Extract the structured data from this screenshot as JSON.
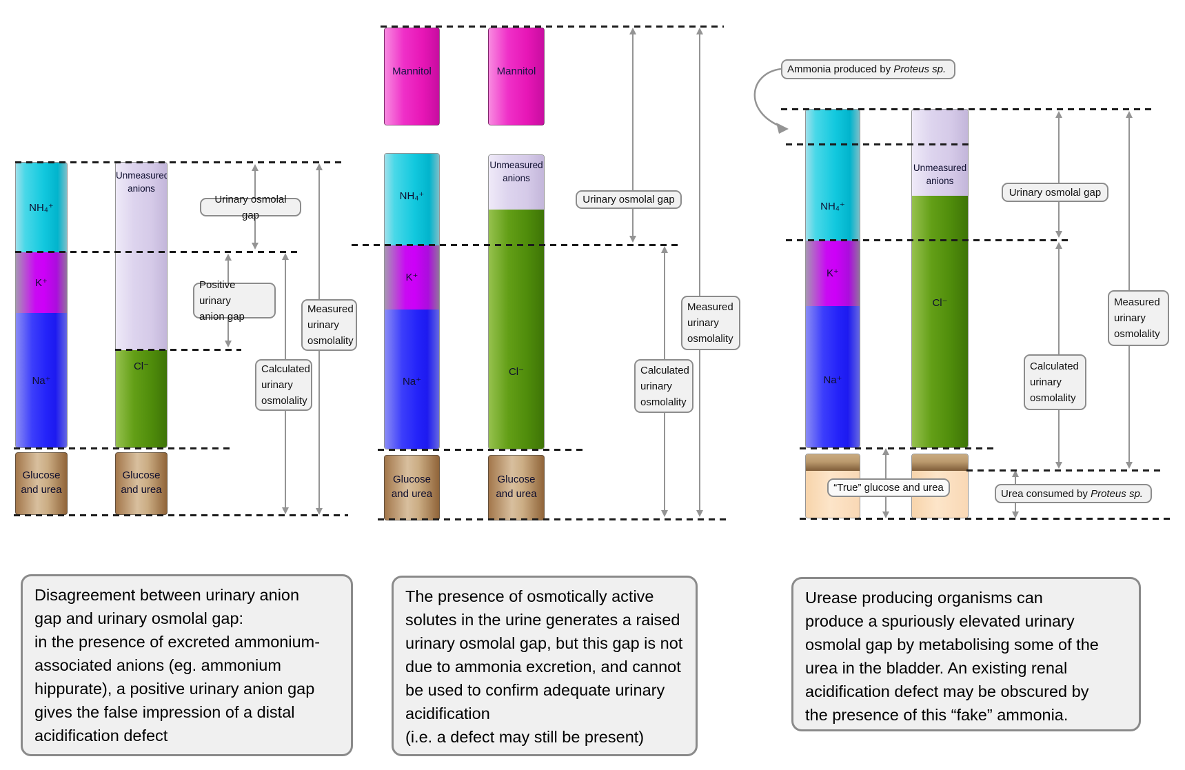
{
  "colors": {
    "nh4_cyan": "#12c8de",
    "k_magenta": "#cd00f8",
    "na_blue": "#2423f9",
    "unmeasured_lavender": "#d5cae8",
    "cl_green": "#4f8c0b",
    "glucose_brown": "#c0986e",
    "true_glucose_peach": "#fbdcba",
    "mannitol_pink": "#e716b6",
    "dash_line": "#1b1b1b",
    "arrow_gray": "#949494",
    "label_box_fill": "#f1f1f1",
    "label_box_border": "#8c8c8c"
  },
  "labels": {
    "nh4": "NH₄⁺",
    "k": "K⁺",
    "na": "Na⁺",
    "cl": "Cl⁻",
    "unmeasured_anions": "Unmeasured\nanions",
    "glucose_and_urea": "Glucose\nand urea",
    "mannitol": "Mannitol",
    "urinary_osmolal_gap": "Urinary osmolal gap",
    "positive_urinary_anion_gap": "Positive urinary\nanion gap",
    "measured_urinary_osmolality": "Measured\nurinary\nosmolality",
    "calculated_urinary_osmolality": "Calculated\nurinary\nosmolality",
    "ammonia_prefix": "Ammonia produced by ",
    "urea_prefix": "Urea consumed by ",
    "proteus": "Proteus sp.",
    "true_glucose_and_urea": "“True” glucose and urea"
  },
  "notes": {
    "panel1": "Disagreement between urinary anion\ngap and urinary osmolal gap:\nin the presence of excreted ammonium-\nassociated anions (eg. ammonium\nhippurate), a positive urinary anion gap\ngives the false impression of a distal\nacidification defect",
    "panel2": "The presence of osmotically active\nsolutes in the urine generates a raised\nurinary osmolal gap, but this gap is not\ndue to ammonia excretion, and cannot\nbe used to confirm adequate urinary\nacidification\n(i.e. a defect may still be present)",
    "panel3": "Urease producing organisms can\nproduce a spuriously elevated urinary\nosmolal gap by metabolising some of the\nurea in the bladder. An existing renal\nacidification defect may be obscured by\nthe presence of this “fake” ammonia."
  }
}
